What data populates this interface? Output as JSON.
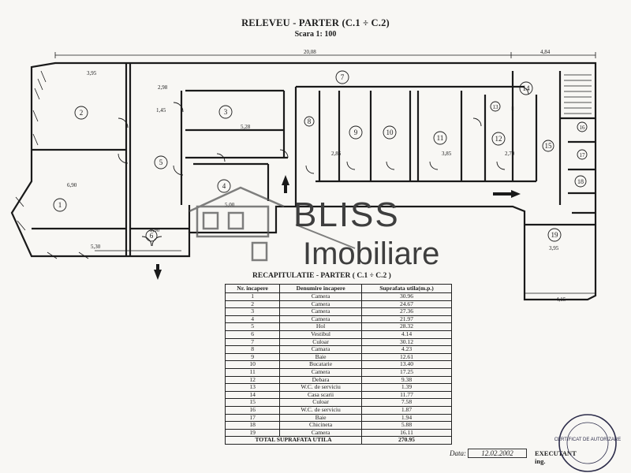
{
  "document": {
    "title": "RELEVEU - PARTER (C.1 ÷ C.2)",
    "scale": "Scara 1: 100"
  },
  "plan": {
    "room_numbers": [
      "1",
      "2",
      "3",
      "4",
      "5",
      "6",
      "7",
      "8",
      "9",
      "10",
      "11",
      "12",
      "13",
      "14",
      "15",
      "16",
      "17",
      "18",
      "19"
    ],
    "dimensions": [
      "20,08",
      "4,84",
      "3,95",
      "2,98",
      "5,28",
      "2,86",
      "3,85",
      "2,70",
      "6,90",
      "5,30",
      "5,00",
      "3,95",
      "4,15",
      "9,90",
      "1,45"
    ]
  },
  "watermark": {
    "line1": "BLISS",
    "line2": "Imobiliare"
  },
  "recap": {
    "title": "RECAPITULATIE - PARTER ( C.1 ÷ C.2 )",
    "headers": [
      "Nr. incapere",
      "Denumire incapere",
      "Suprafata utila(m.p.)"
    ],
    "rows": [
      [
        "1",
        "Camera",
        "30.96"
      ],
      [
        "2",
        "Camera",
        "24.67"
      ],
      [
        "3",
        "Camera",
        "27.36"
      ],
      [
        "4",
        "Camera",
        "21.97"
      ],
      [
        "5",
        "Hol",
        "28.32"
      ],
      [
        "6",
        "Vestibul",
        "4.14"
      ],
      [
        "7",
        "Culoar",
        "30.12"
      ],
      [
        "8",
        "Camara",
        "4.23"
      ],
      [
        "9",
        "Baie",
        "12.61"
      ],
      [
        "10",
        "Bucatarie",
        "13.40"
      ],
      [
        "11",
        "Camera",
        "17.25"
      ],
      [
        "12",
        "Debara",
        "9.38"
      ],
      [
        "13",
        "W.C. de serviciu",
        "1.39"
      ],
      [
        "14",
        "Casa scarii",
        "11.77"
      ],
      [
        "15",
        "Culoar",
        "7.58"
      ],
      [
        "16",
        "W.C. de serviciu",
        "1.87"
      ],
      [
        "17",
        "Baie",
        "1.94"
      ],
      [
        "18",
        "Chicineta",
        "5.88"
      ],
      [
        "19",
        "Camera",
        "16.11"
      ]
    ],
    "total_label": "TOTAL SUPRAFATA UTILA",
    "total_value": "270.95"
  },
  "footer": {
    "date_label": "Data:",
    "date_value": "12.02.2002",
    "executant_label": "EXECUTANT",
    "executant_sub": "ing.",
    "stamp_text": "CERTIFICAT DE AUTORIZARE"
  }
}
